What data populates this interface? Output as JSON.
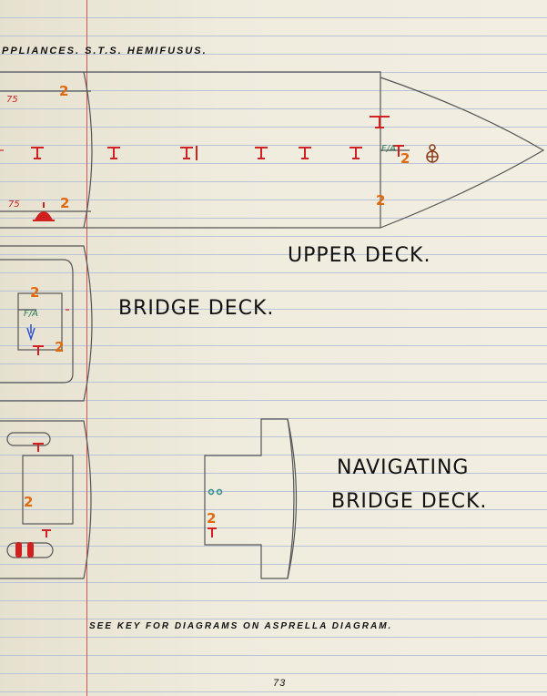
{
  "header": {
    "title": "PPLIANCES. S.T.S. HEMIFUSUS."
  },
  "decks": {
    "upper": "UPPER   DECK.",
    "bridge": "BRIDGE  DECK.",
    "navigating_line1": "NAVIGATING",
    "navigating_line2": "BRIDGE   DECK."
  },
  "footer": {
    "note": "SEE   KEY   FOR   DIAGRAMS   ON   ASPRELLA   DIAGRAM.",
    "page_number": "73"
  },
  "marks": {
    "upper_75_a": "75",
    "upper_2_a": "2",
    "upper_75_b": "75",
    "upper_2_b": "2",
    "upper_fore_2a": "2",
    "upper_fore_2b": "2",
    "bridge_2a": "2",
    "bridge_2b": "2",
    "bridge_fa": "F/A",
    "nav_2a": "2",
    "nav_2b": "2",
    "fa_upper": "F/A"
  },
  "colors": {
    "pencil": "#444444",
    "red": "#d02020",
    "orange": "#e06a10",
    "margin": "#d9534f"
  }
}
